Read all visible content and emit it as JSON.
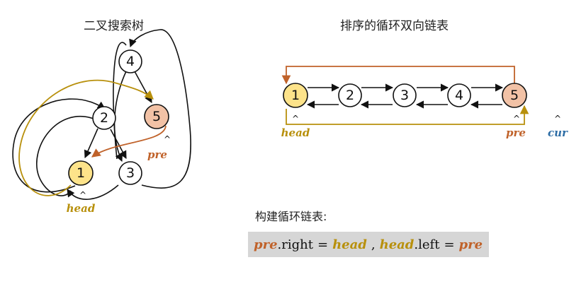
{
  "titles": {
    "tree": "二叉搜索树",
    "list": "排序的循环双向链表"
  },
  "tree": {
    "nodes": [
      "4",
      "2",
      "5",
      "1",
      "3"
    ],
    "pointers": {
      "pre": "pre",
      "head": "head"
    }
  },
  "list": {
    "nodes": [
      "1",
      "2",
      "3",
      "4",
      "5"
    ],
    "pointers": {
      "head": "head",
      "pre": "pre",
      "cur": "cur"
    }
  },
  "caption": "构建循环链表:",
  "formula": {
    "pre": "pre",
    "dot1": ".",
    "right": "right",
    "eq1": "=",
    "head1": "head",
    "comma": ",",
    "head2": "head",
    "dot2": ".",
    "left": "left",
    "eq2": "=",
    "pre2": "pre"
  },
  "colors": {
    "head": "#b8900c",
    "pre": "#c0622a",
    "cur": "#2e6ea6",
    "head_fill": "#fde38a",
    "pre_fill": "#f2c2a6"
  }
}
